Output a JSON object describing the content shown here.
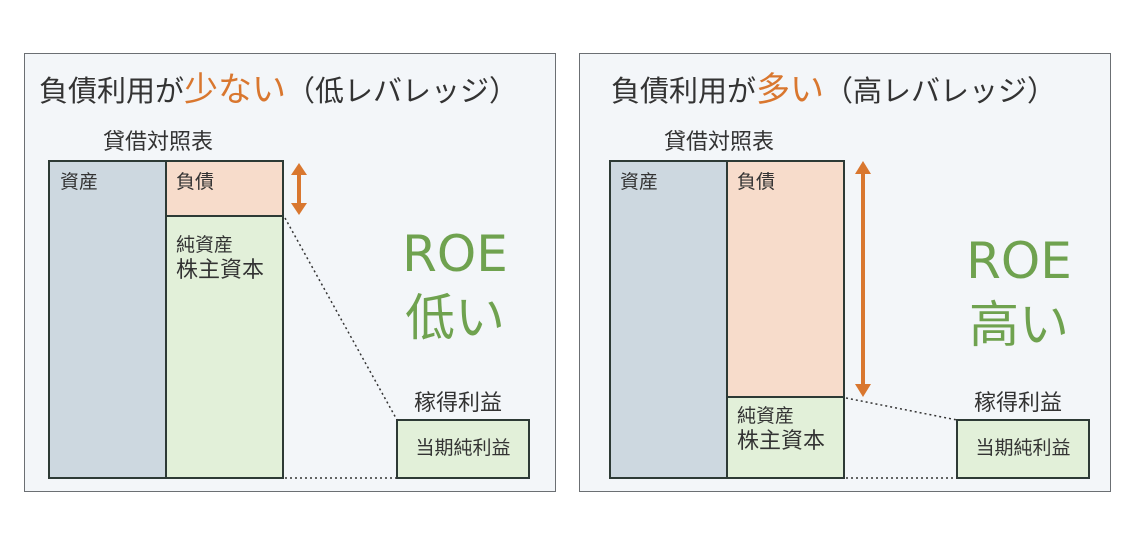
{
  "colors": {
    "asset": "#cdd8e0",
    "liability": "#f7dccb",
    "equity": "#e2f0d9",
    "accent_orange": "#d9772f",
    "roe_green": "#6fa24f",
    "panel_bg": "#f3f6f9"
  },
  "left": {
    "title_pre": "負債利用が",
    "title_hl": "少ない",
    "title_post": "（低レバレッジ）",
    "bs_title": "貸借対照表",
    "asset_label": "資産",
    "liability_label": "負債",
    "equity_line1": "純資産",
    "equity_line2": "株主資本",
    "roe_line1": "ROE",
    "roe_line2": "低い",
    "earnings_label": "稼得利益",
    "net_income_label": "当期純利益"
  },
  "right": {
    "title_pre": "負債利用が",
    "title_hl": "多い",
    "title_post": "（高レバレッジ）",
    "bs_title": "貸借対照表",
    "asset_label": "資産",
    "liability_label": "負債",
    "equity_line1": "純資産",
    "equity_line2": "株主資本",
    "roe_line1": "ROE",
    "roe_line2": "高い",
    "earnings_label": "稼得利益",
    "net_income_label": "当期純利益"
  }
}
